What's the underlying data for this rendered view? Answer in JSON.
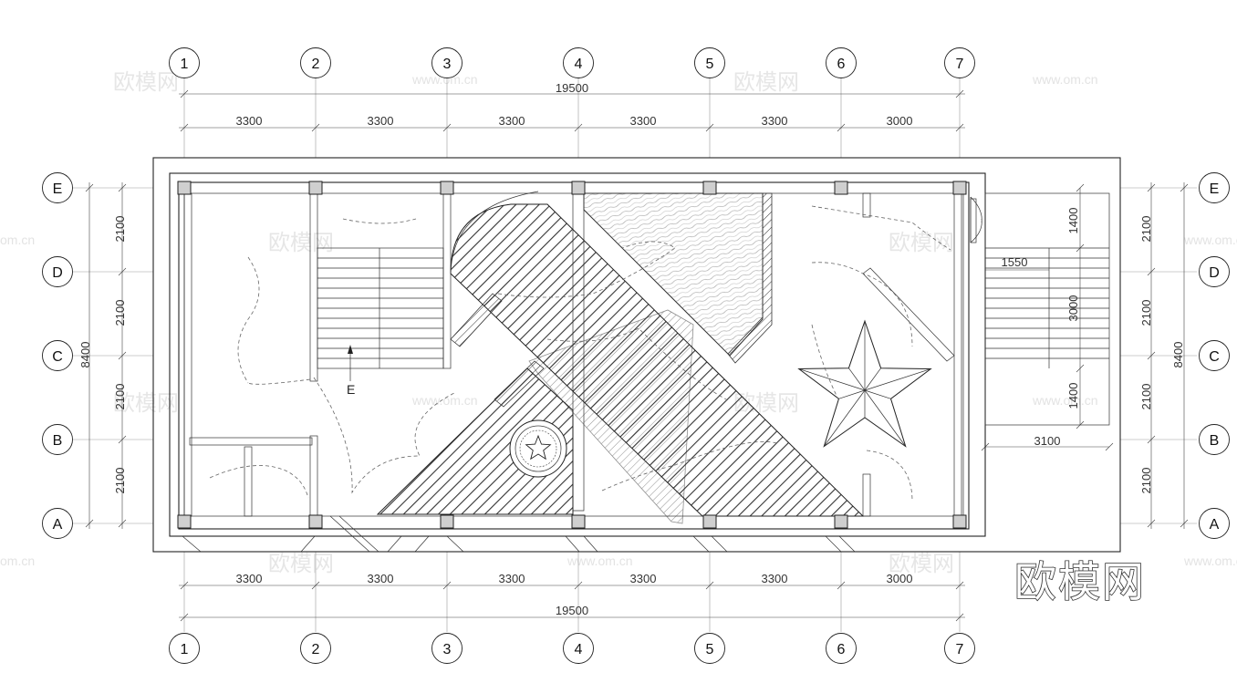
{
  "drawing": {
    "axes_top": [
      "1",
      "2",
      "3",
      "4",
      "5",
      "6",
      "7"
    ],
    "axes_side": [
      "E",
      "D",
      "C",
      "B",
      "A"
    ],
    "spans_top": [
      "3300",
      "3300",
      "3300",
      "3300",
      "3300",
      "3000"
    ],
    "spans_bottom": [
      "3300",
      "3300",
      "3300",
      "3300",
      "3300",
      "3000"
    ],
    "total_top": "19500",
    "total_bottom": "19500",
    "spans_left": [
      "2100",
      "2100",
      "2100",
      "2100"
    ],
    "spans_right": [
      "2100",
      "2100",
      "2100",
      "2100"
    ],
    "total_left": "8400",
    "total_right": "8400",
    "annex_dims": {
      "upper": "1400",
      "middle": "3000",
      "lower": "1400",
      "width_top": "1550",
      "width_bottom": "3100"
    },
    "stair_arrow_label": "E"
  },
  "watermark": {
    "text": "欧模网",
    "url": "www.om.cn",
    "url_short": "om.cn"
  },
  "colors": {
    "line": "#222222",
    "grid": "#9a9a9a",
    "background": "#ffffff"
  }
}
